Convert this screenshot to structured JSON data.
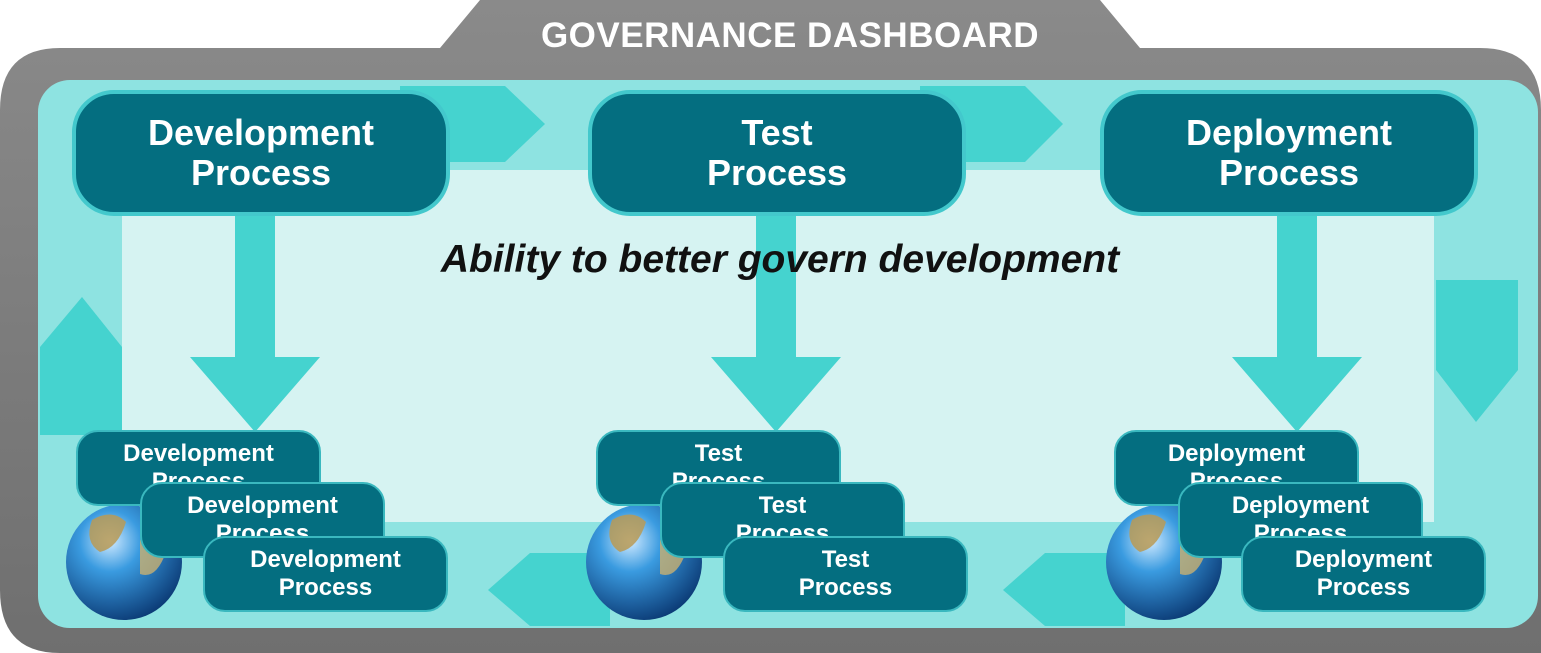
{
  "dashboard": {
    "title": "GOVERNANCE DASHBOARD"
  },
  "subtitle": "Ability to better govern development",
  "stages": [
    {
      "line1": "Development",
      "line2": "Process"
    },
    {
      "line1": "Test",
      "line2": "Process"
    },
    {
      "line1": "Deployment",
      "line2": "Process"
    }
  ],
  "colors": {
    "frame": "#7b7b7b",
    "panel": "#8ee3e1",
    "inner_panel": "#d6f3f2",
    "arrow": "#45d3cf",
    "box_fill": "#046e80",
    "box_border": "#43c8cc"
  },
  "icons": [
    "globe-icon"
  ]
}
